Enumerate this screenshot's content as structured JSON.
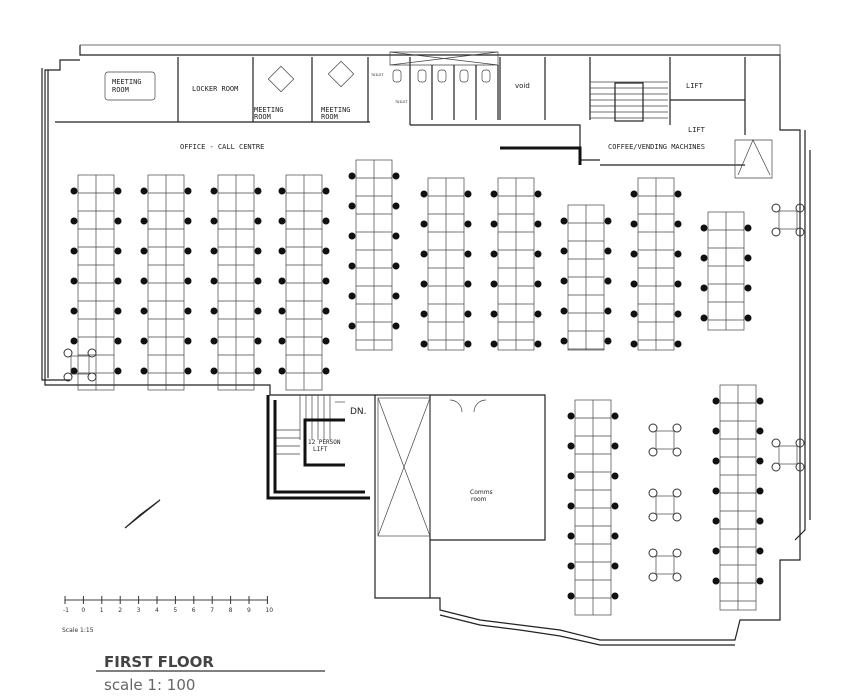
{
  "rooms": {
    "meeting_room_1": "MEETING",
    "meeting_room_1b": "ROOM",
    "locker_room": "LOCKER ROOM",
    "meeting_room_2": "MEETING",
    "meeting_room_2b": "ROOM",
    "meeting_room_3": "MEETING",
    "meeting_room_3b": "ROOM",
    "toilet_1": "TOILET",
    "toilet_2": "TOILET",
    "void": "void",
    "lift_1": "LIFT",
    "lift_2": "LIFT",
    "office": "OFFICE - CALL CENTRE",
    "coffee": "COFFEE/VENDING MACHINES",
    "stairs_down": "DN.",
    "person_lift_1": "12 PERSON",
    "person_lift_2": "LIFT",
    "comms_1": "Comms",
    "comms_2": "room"
  },
  "scale_bar": {
    "ticks": [
      "-1",
      "0",
      "1",
      "2",
      "3",
      "4",
      "5",
      "6",
      "7",
      "8",
      "9",
      "10"
    ],
    "label": "Scale 1:15"
  },
  "title": {
    "heading": "FIRST FLOOR",
    "scale": "scale 1: 100"
  }
}
